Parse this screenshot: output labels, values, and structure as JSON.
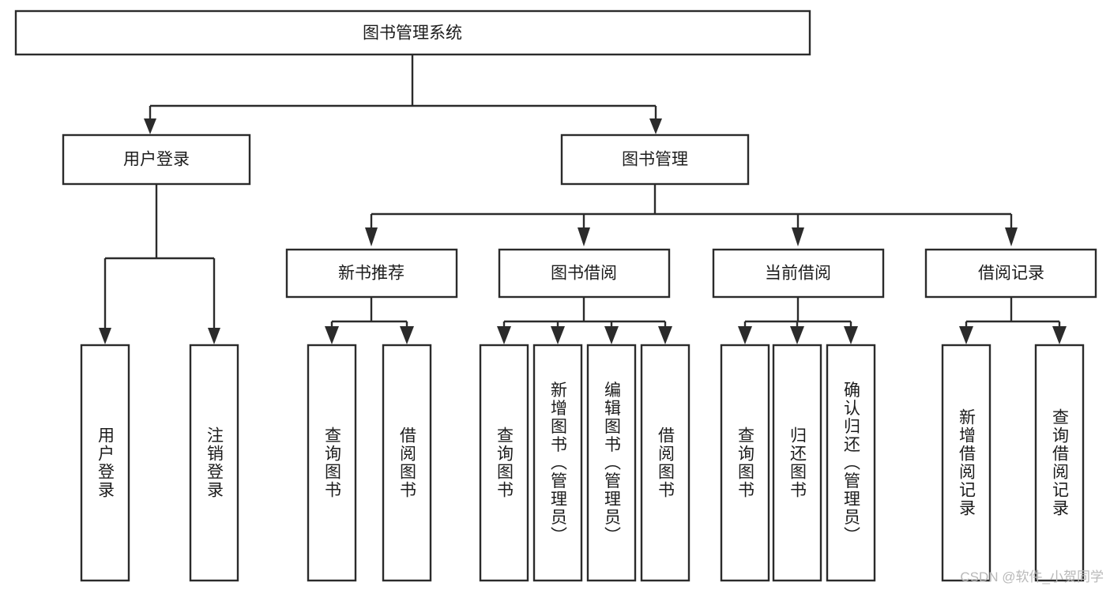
{
  "diagram": {
    "type": "tree-hierarchy",
    "title": "图书管理系统",
    "orientation": "top-down",
    "style": {
      "box_fill": "#ffffff",
      "box_stroke": "#2b2b2b",
      "text_color": "#1c1c1c",
      "watermark_color": "#b9b9b9"
    },
    "levels": [
      {
        "level": 1,
        "nodes": [
          {
            "id": "root",
            "label": "图书管理系统",
            "orientation": "horizontal"
          }
        ]
      },
      {
        "level": 2,
        "nodes": [
          {
            "id": "login",
            "label": "用户登录",
            "orientation": "horizontal",
            "parent": "root"
          },
          {
            "id": "bookmgmt",
            "label": "图书管理",
            "orientation": "horizontal",
            "parent": "root"
          }
        ]
      },
      {
        "level": 3,
        "nodes": [
          {
            "id": "newbook",
            "label": "新书推荐",
            "orientation": "horizontal",
            "parent": "bookmgmt"
          },
          {
            "id": "borrow",
            "label": "图书借阅",
            "orientation": "horizontal",
            "parent": "bookmgmt"
          },
          {
            "id": "current",
            "label": "当前借阅",
            "orientation": "horizontal",
            "parent": "bookmgmt"
          },
          {
            "id": "records",
            "label": "借阅记录",
            "orientation": "horizontal",
            "parent": "bookmgmt"
          }
        ]
      },
      {
        "level": 4,
        "nodes": [
          {
            "id": "leaf-user-login",
            "label": "用户登录",
            "orientation": "vertical",
            "parent": "login"
          },
          {
            "id": "leaf-user-logout",
            "label": "注销登录",
            "orientation": "vertical",
            "parent": "login"
          },
          {
            "id": "leaf-query-book-1",
            "label": "查询图书",
            "orientation": "vertical",
            "parent": "newbook"
          },
          {
            "id": "leaf-borrow-book-1",
            "label": "借阅图书",
            "orientation": "vertical",
            "parent": "newbook"
          },
          {
            "id": "leaf-query-book-2",
            "label": "查询图书",
            "orientation": "vertical",
            "parent": "borrow"
          },
          {
            "id": "leaf-add-book",
            "label": "新增图书（管理员）",
            "orientation": "vertical",
            "parent": "borrow"
          },
          {
            "id": "leaf-edit-book",
            "label": "编辑图书（管理员）",
            "orientation": "vertical",
            "parent": "borrow"
          },
          {
            "id": "leaf-borrow-book-2",
            "label": "借阅图书",
            "orientation": "vertical",
            "parent": "borrow"
          },
          {
            "id": "leaf-query-book-3",
            "label": "查询图书",
            "orientation": "vertical",
            "parent": "current"
          },
          {
            "id": "leaf-return-book",
            "label": "归还图书",
            "orientation": "vertical",
            "parent": "current"
          },
          {
            "id": "leaf-confirm-return",
            "label": "确认归还（管理员）",
            "orientation": "vertical",
            "parent": "current"
          },
          {
            "id": "leaf-add-record",
            "label": "新增借阅记录",
            "orientation": "vertical",
            "parent": "records"
          },
          {
            "id": "leaf-query-record",
            "label": "查询借阅记录",
            "orientation": "vertical",
            "parent": "records"
          }
        ]
      }
    ]
  },
  "watermark": {
    "text": "CSDN @软件_小贺同学"
  }
}
